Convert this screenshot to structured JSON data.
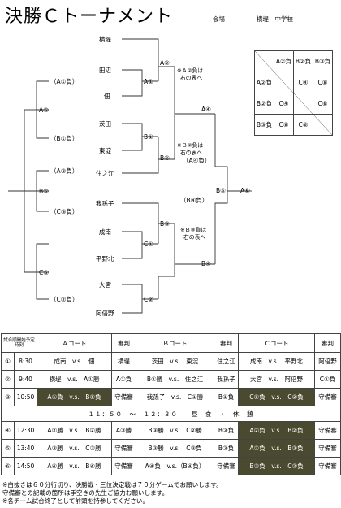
{
  "header": {
    "title": "決勝Ｃトーナメント",
    "venue_label": "会場",
    "venue_name": "横堤　中学校"
  },
  "bracket": {
    "teams_top": [
      "横堤",
      "田辺",
      "佃",
      "茨田",
      "東淀",
      "住之江"
    ],
    "teams_bot": [
      "我孫子",
      "成南",
      "平野北",
      "大宮",
      "阿倍野"
    ],
    "left_labels": {
      "a1l": "（A①負）",
      "b1l": "（B①負）",
      "a3l": "（A③負）",
      "c3l": "（C③負）",
      "c2l": "（C②負）"
    },
    "nodes": {
      "a2": "A②",
      "a1": "A①",
      "a5": "A⑤",
      "b1": "B①",
      "b2": "B②",
      "a4": "A④",
      "a6": "A⑥",
      "b6": "B⑥",
      "b5": "B⑤",
      "b3": "B③",
      "c1": "C①",
      "b4": "B④",
      "c2": "C②",
      "c5": "C⑤"
    },
    "notes": {
      "n1a": "※Ａ②負は",
      "n1b": "右の表へ",
      "n2a": "※Ｂ②負は",
      "n2b": "右の表へ",
      "n3a": "※Ｂ③負は",
      "n3b": "右の表へ"
    },
    "mid_labels": {
      "a4l": "（A④負）",
      "b4l": "（B④負）"
    }
  },
  "cross_table": {
    "cols": [
      "A②負",
      "B②負",
      "B③負"
    ],
    "rows": [
      {
        "h": "A②負",
        "c": [
          "",
          "C④",
          "C⑧"
        ]
      },
      {
        "h": "B②負",
        "c": [
          "C④",
          "",
          "C⑥"
        ]
      },
      {
        "h": "B③負",
        "c": [
          "C⑧",
          "C⑥",
          ""
        ]
      }
    ]
  },
  "schedule": {
    "head": {
      "time": "試合順開始予定時刻",
      "a": "Ａコート",
      "ar": "審判",
      "b": "Ｂコート",
      "br": "審判",
      "c": "Ｃコート",
      "cr": "審判"
    },
    "rows": [
      {
        "n": "①",
        "t": "8:30",
        "a": "成南　v.s.　佃",
        "ar": "横堤",
        "b": "茨田　v.s.　東淀",
        "br": "住之江",
        "c": "成南　v.s.　平野北",
        "cr": "阿倍野"
      },
      {
        "n": "②",
        "t": "9:40",
        "a": "横堤　v.s.　A①勝",
        "ar": "A①負",
        "b": "B①勝　v.s.　住之江",
        "br": "我孫子",
        "c": "大宮　v.s.　阿倍野",
        "cr": "C①負"
      },
      {
        "n": "③",
        "t": "10:50",
        "a": "A①負　v.s.　B①負",
        "ar": "守備審",
        "b": "我孫子　v.s.　C①勝",
        "br": "B①負",
        "c": "C①負　v.s.　C②負",
        "cr": "守備審"
      }
    ],
    "lunch": "１１：５０　～　１２：３０　　昼　食　・　休　憩",
    "rows2": [
      {
        "n": "④",
        "t": "12:30",
        "a": "A②勝　v.s.　B②勝",
        "ar": "A③勝",
        "b": "B③勝　v.s.　C②勝",
        "br": "B③負",
        "c": "A②負　v.s.　B②負",
        "cr": "守備審"
      },
      {
        "n": "⑤",
        "t": "13:40",
        "a": "A③勝　v.s.　C③勝",
        "ar": "守備審",
        "b": "B③勝　v.s.　C③負",
        "br": "B③負",
        "c": "A②負　v.s.　B③負",
        "cr": "守備審"
      },
      {
        "n": "⑥",
        "t": "14:50",
        "a": "A④勝　v.s.　B④勝",
        "ar": "守備審",
        "b": "A④負　v.s.（B④負）",
        "br": "守備審",
        "c": "B③負　v.s.　C②負",
        "cr": "守備審"
      }
    ]
  },
  "footer": {
    "l1": "※白抜きは６０分行切り、決勝戦・三位決定戦は７０分ゲームでお願いします。",
    "l2": "守備審との記載の箇所は手空きの先生ご協力お願いします。",
    "l3": "※各チーム試合終了として前頭を持参してください。"
  }
}
